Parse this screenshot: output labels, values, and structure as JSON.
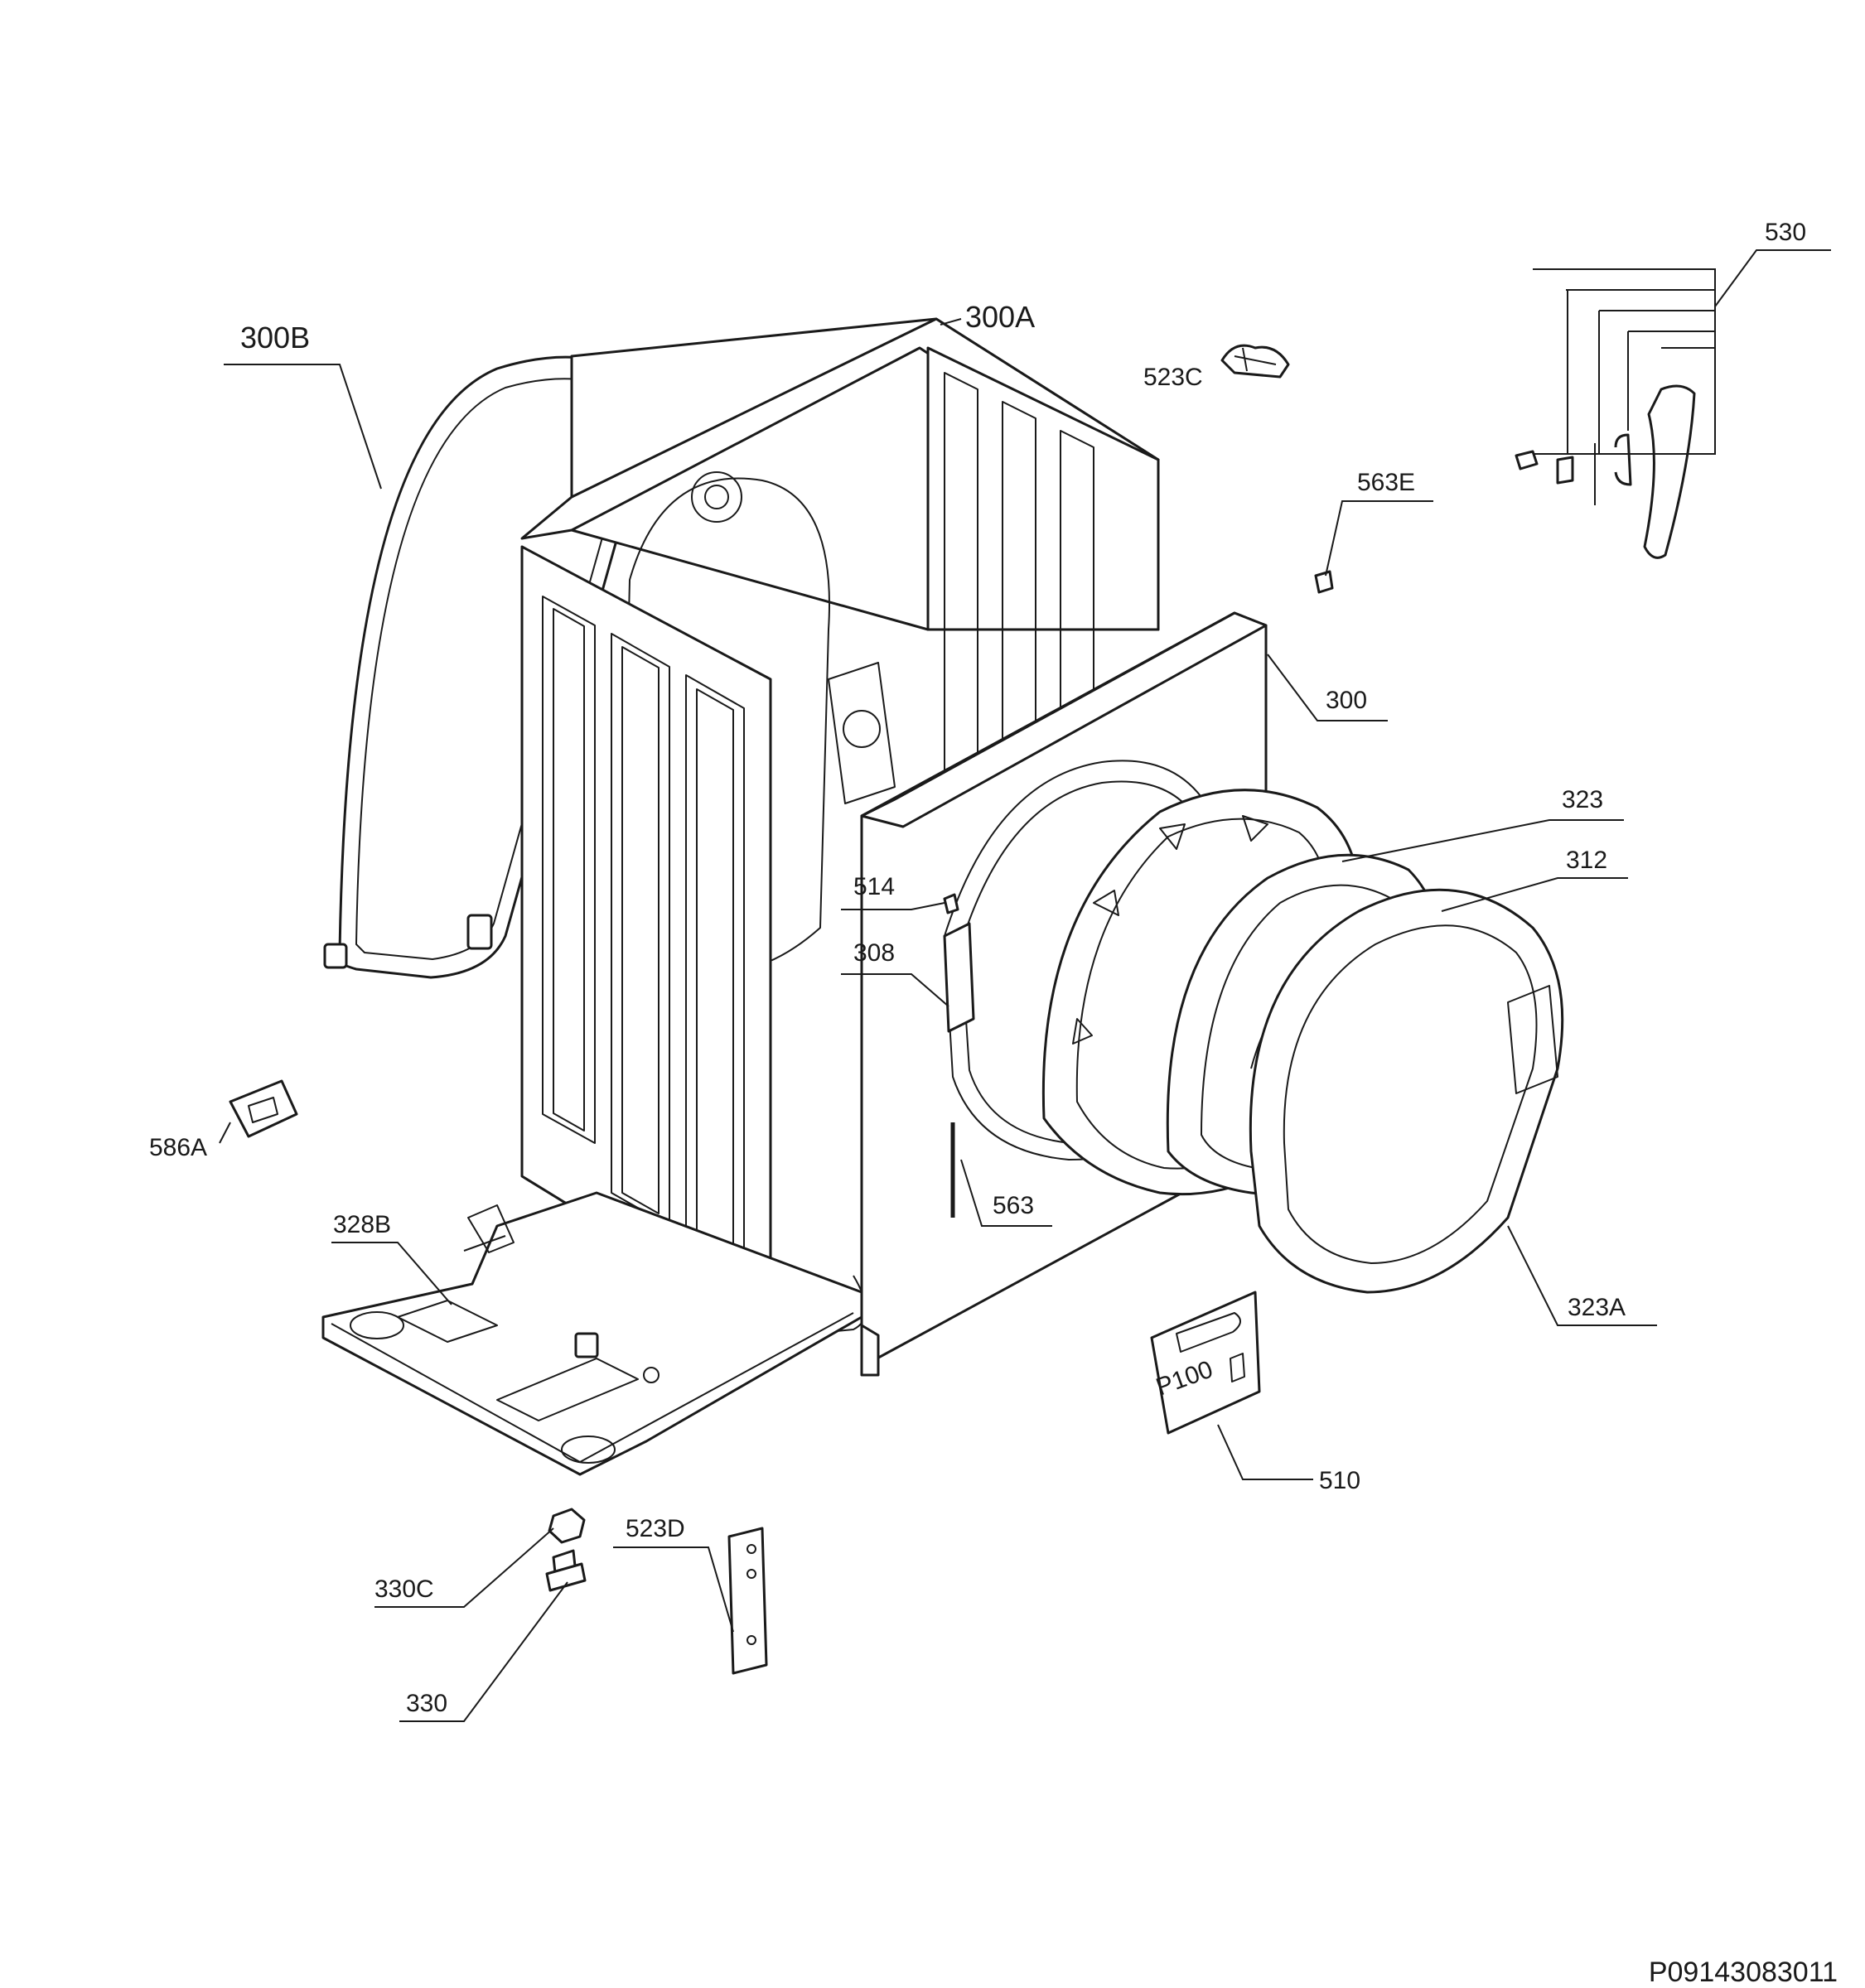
{
  "callouts": {
    "c300B": "300B",
    "c300A": "300A",
    "c523C": "523C",
    "c530": "530",
    "c563E": "563E",
    "c300": "300",
    "c323": "323",
    "c312": "312",
    "c514": "514",
    "c308": "308",
    "c563": "563",
    "c586A": "586A",
    "c328B": "328B",
    "c323A": "323A",
    "c510": "510",
    "c523D": "523D",
    "c330C": "330C",
    "c330": "330"
  },
  "label_plate_text": "P100",
  "document_code": "P09143083011"
}
